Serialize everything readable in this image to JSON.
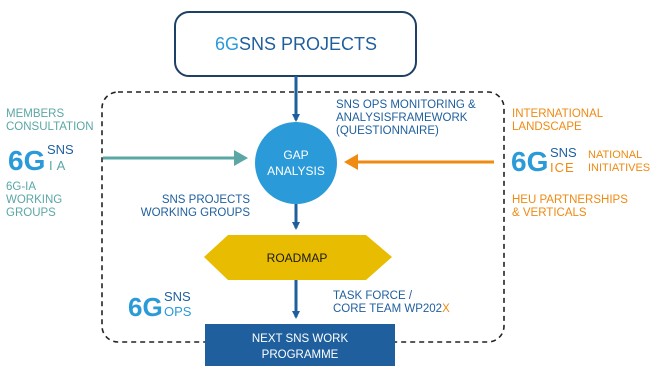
{
  "header": {
    "prefix": "6G",
    "rest": "SNS PROJECTS"
  },
  "center": {
    "gap_line1": "GAP",
    "gap_line2": "ANALYSIS",
    "roadmap": "ROADMAP",
    "next_line1": "NEXT SNS WORK",
    "next_line2": "PROGRAMME"
  },
  "top_note": {
    "line1": "SNS OPS MONITORING &",
    "line2": "ANALYSISFRAMEWORK",
    "line3": "(QUESTIONNAIRE)"
  },
  "mid_note": {
    "line1": "SNS PROJECTS",
    "line2": "WORKING GROUPS"
  },
  "bottom_note": {
    "line1": "TASK FORCE /",
    "line2": "CORE TEAM WP202",
    "suffix": "X"
  },
  "left": {
    "members_line1": "MEMBERS",
    "members_line2": "CONSULTATION",
    "logo_main": "6G",
    "logo_sup": "SNS",
    "logo_sub": "IA",
    "wg_line1": "6G-IA",
    "wg_line2": "WORKING",
    "wg_line3": "GROUPS"
  },
  "right": {
    "intl_line1": "INTERNATIONAL",
    "intl_line2": "LANDSCAPE",
    "logo_main": "6G",
    "logo_sup": "SNS",
    "logo_sub": "ICE",
    "national_line1": "NATIONAL",
    "national_line2": "INITIATIVES",
    "heu_line1": "HEU PARTNERSHIPS",
    "heu_line2": "& VERTICALS"
  },
  "ops_logo": {
    "main": "6G",
    "sup": "SNS",
    "sub": "OPS"
  },
  "colors": {
    "dark_blue": "#1f5f9e",
    "light_blue": "#2b9ad8",
    "teal": "#5aa7a6",
    "orange": "#ef8a12",
    "yellow": "#e8bc00",
    "header_border": "#1e3f66"
  }
}
